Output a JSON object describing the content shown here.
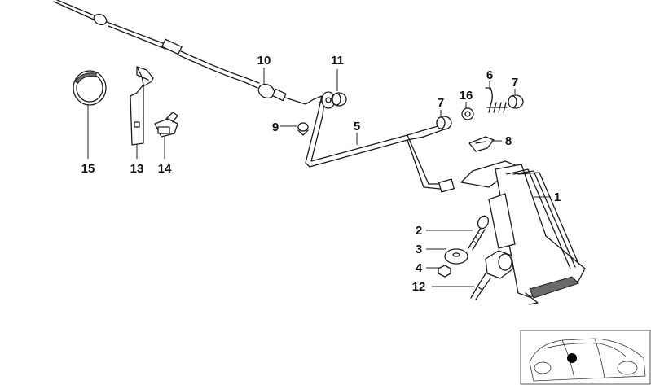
{
  "callouts": [
    {
      "id": "p1",
      "text": "1"
    },
    {
      "id": "p2",
      "text": "2"
    },
    {
      "id": "p3",
      "text": "3"
    },
    {
      "id": "p4",
      "text": "4"
    },
    {
      "id": "p5",
      "text": "5"
    },
    {
      "id": "p6",
      "text": "6"
    },
    {
      "id": "p7a",
      "text": "7"
    },
    {
      "id": "p7b",
      "text": "7"
    },
    {
      "id": "p8",
      "text": "8"
    },
    {
      "id": "p9",
      "text": "9"
    },
    {
      "id": "p10",
      "text": "10"
    },
    {
      "id": "p11",
      "text": "11"
    },
    {
      "id": "p12",
      "text": "12"
    },
    {
      "id": "p13",
      "text": "13"
    },
    {
      "id": "p14",
      "text": "14"
    },
    {
      "id": "p15",
      "text": "15"
    },
    {
      "id": "p16",
      "text": "16"
    }
  ],
  "inset": {
    "icon": "car-location-icon"
  }
}
